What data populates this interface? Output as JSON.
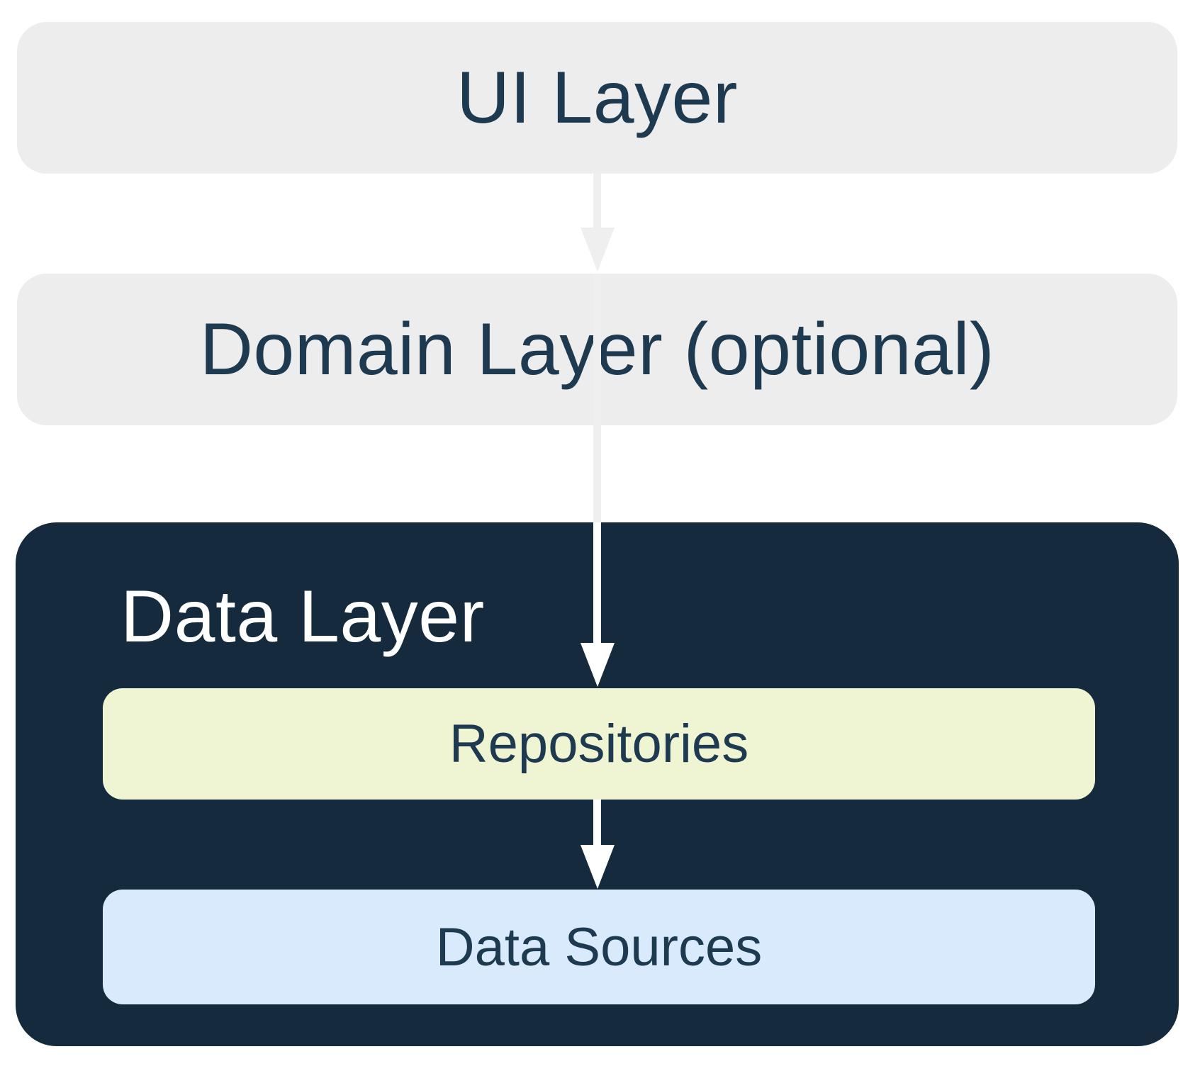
{
  "diagram": {
    "ui_layer": {
      "label": "UI Layer"
    },
    "domain_layer": {
      "label": "Domain Layer (optional)"
    },
    "data_layer": {
      "label": "Data Layer",
      "repositories": {
        "label": "Repositories"
      },
      "data_sources": {
        "label": "Data Sources"
      }
    },
    "colors": {
      "layer_gray": "#ededed",
      "navy": "#152b3d",
      "text_navy": "#1d3a50",
      "repositories_fill": "#eff5d2",
      "data_sources_fill": "#d9eafc",
      "connector_gray": "#efefef",
      "connector_white": "#ffffff"
    }
  }
}
